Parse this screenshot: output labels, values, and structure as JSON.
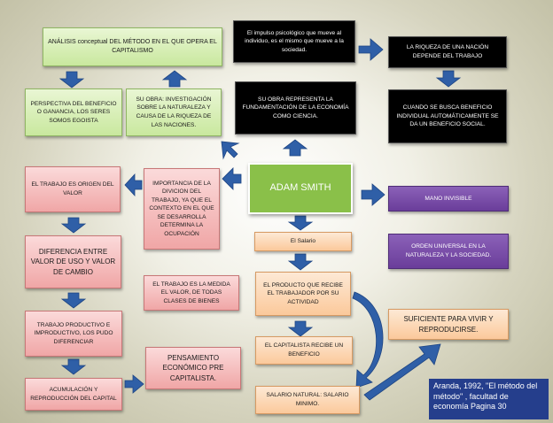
{
  "title": "ADAM SMITH",
  "boxes": {
    "analisis": "ANÁLISIS conceptual DEL MÉTODO EN EL QUE OPERA EL CAPITALISMO",
    "perspectiva": "PERSPECTIVA DEL BENEFICIO O GANANCIA, LOS SERES SOMOS EGOISTA",
    "su_obra_investigacion": "SU OBRA: INVESTIGACIÓN SOBRE LA NATURALEZA Y CAUSA DE LA RIQUEZA DE LAS NACIONES.",
    "impulso": "El impulso psicológico que mueve al individuo, es el mismo que mueve a la sociedad.",
    "riqueza": "LA RIQUEZA DE UNA NACIÓN DEPENDE DEL TRABAJO",
    "su_obra_representa": "SU OBRA REPRESENTA LA FUNDAMENTACIÓN DE LA ECONOMÍA COMO CIENCIA.",
    "cuando_busca": "CUANDO SE BUSCA BENEFICIO INDIVIDUAL AUTOMÁTICAMENTE SE DA UN BENEFICIO SOCIAL.",
    "trabajo_origen": "EL TRABAJO ES ORIGEN DEL VALOR",
    "importancia": "IMPORTANCIA DE LA DIVICION DEL TRABAJO, YA QUE EL CONTEXTO EN EL QUE SE DESARROLLA DETERMINA LA OCUPACIÓN",
    "mano_invisible": "MANO INVISIBLE",
    "diferencia": "DIFERENCIA ENTRE VALOR DE USO Y VALOR DE CAMBIO",
    "salario": "El Salario",
    "orden_universal": "ORDEN UNIVERSAL EN LA NATURALEZA Y LA SOCIEDAD.",
    "trabajo_medida": "EL TRABAJO ES LA MEDIDA EL VALOR, DE TODAS CLASES DE BIENES",
    "producto": "EL PRODUCTO QUE RECIBE EL TRABAJADOR POR SU ACTIVIDAD",
    "trabajo_productivo": "TRABAJO PRODUCTIVO E IMPRODUCTIVO, LOS PUDO DIFERENCIAR",
    "suficiente": "SUFICIENTE PARA VIVIR Y REPRODUCIRSE.",
    "capitalista": "EL CAPITALISTA RECIBE UN BENEFICIO",
    "pensamiento": "PENSAMIENTO ECONÓMICO PRE CAPITALISTA.",
    "acumulacion": "ACUMULACIÓN Y REPRODUCCIÓN DEL CAPITAL",
    "salario_natural": "SALARIO NATURAL: SALARIO MINIMO."
  },
  "reference": "Aranda, 1992, \"El método del método\" , facultad de economía  Pagina 30",
  "colors": {
    "green": "#c9e89e",
    "black": "#000000",
    "red": "#f0a6a6",
    "orange": "#fbc99b",
    "purple": "#6a3d9a",
    "adam": "#8ac049",
    "arrow": "#2f5fa7",
    "reference_bg": "#253e8c"
  }
}
